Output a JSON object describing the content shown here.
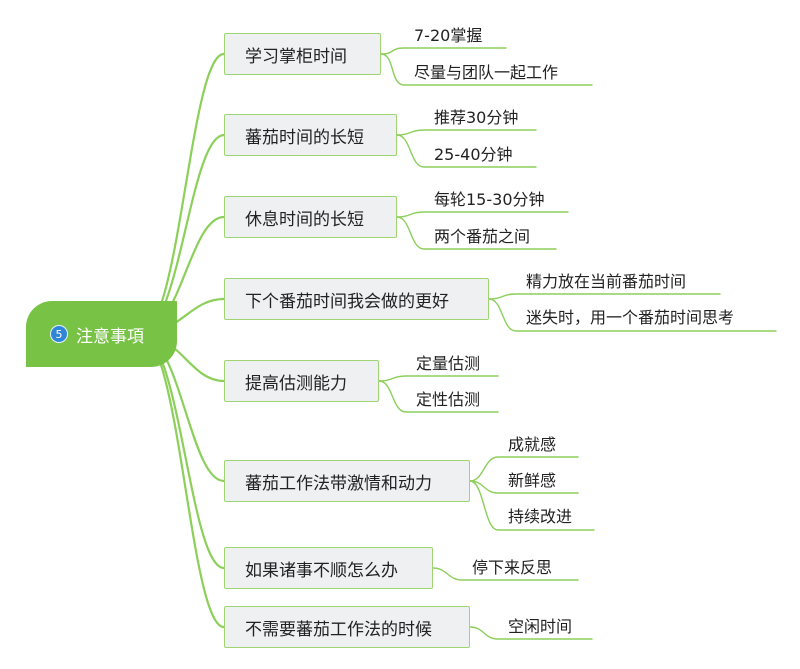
{
  "root": {
    "number": "5",
    "label": "注意事項"
  },
  "branches": [
    {
      "label": "学习掌柜时间",
      "children": [
        "7-20掌握",
        "尽量与团队一起工作"
      ]
    },
    {
      "label": "蕃茄时间的长短",
      "children": [
        "推荐30分钟",
        "25-40分钟"
      ]
    },
    {
      "label": "休息时间的长短",
      "children": [
        "每轮15-30分钟",
        "两个番茄之间"
      ]
    },
    {
      "label": "下个番茄时间我会做的更好",
      "children": [
        "精力放在当前番茄时间",
        "迷失时，用一个番茄时间思考"
      ]
    },
    {
      "label": "提高估测能力",
      "children": [
        "定量估测",
        "定性估测"
      ]
    },
    {
      "label": "蕃茄工作法带激情和动力",
      "children": [
        "成就感",
        "新鲜感",
        "持续改进"
      ]
    },
    {
      "label": "如果诸事不顺怎么办",
      "children": [
        "停下来反思"
      ]
    },
    {
      "label": "不需要蕃茄工作法的时候",
      "children": [
        "空闲时间"
      ]
    }
  ],
  "colors": {
    "line": "#8ccf5a",
    "root": "#78c346",
    "branch_bg": "#eef0f2",
    "badge": "#2f86d9"
  }
}
